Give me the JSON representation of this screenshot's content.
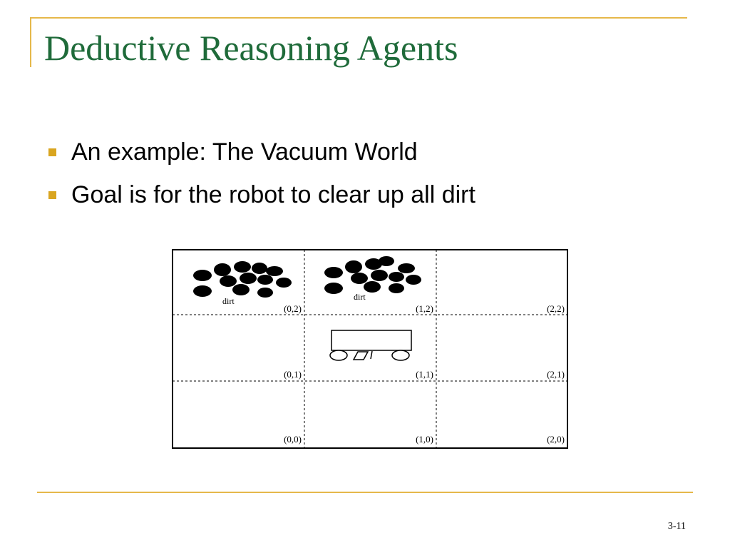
{
  "slide": {
    "title": "Deductive Reasoning Agents",
    "bullets": [
      "An example: The Vacuum World",
      "Goal is for the robot to clear up all dirt"
    ],
    "page_number": "3-11"
  },
  "figure": {
    "cells": [
      {
        "label": "(0,2)",
        "dirt": true
      },
      {
        "label": "(1,2)",
        "dirt": true
      },
      {
        "label": "(2,2)",
        "dirt": false
      },
      {
        "label": "(0,1)",
        "dirt": false
      },
      {
        "label": "(1,1)",
        "dirt": false,
        "robot": true
      },
      {
        "label": "(2,1)",
        "dirt": false
      },
      {
        "label": "(0,0)",
        "dirt": false
      },
      {
        "label": "(1,0)",
        "dirt": false
      },
      {
        "label": "(2,0)",
        "dirt": false
      }
    ],
    "dirt_label": "dirt"
  },
  "colors": {
    "title": "#1f6b3a",
    "accent_line": "#e6b84a",
    "bullet": "#d9a520"
  }
}
